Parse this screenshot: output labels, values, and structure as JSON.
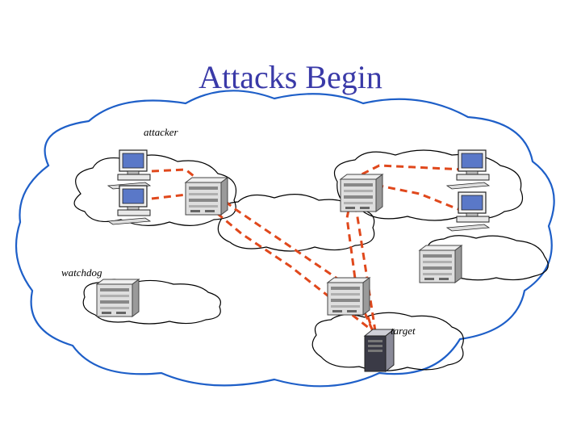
{
  "title": "Attacks Begin",
  "labels": {
    "attacker": "attacker",
    "watchdog": "watchdog",
    "target": "target"
  },
  "colors": {
    "title": "#3a3aa8",
    "cloud_outline": "#1e5fc8",
    "attack_path": "#e0481c"
  },
  "icons": [
    "desktop-computer-icon",
    "router-icon",
    "server-tower-icon"
  ]
}
